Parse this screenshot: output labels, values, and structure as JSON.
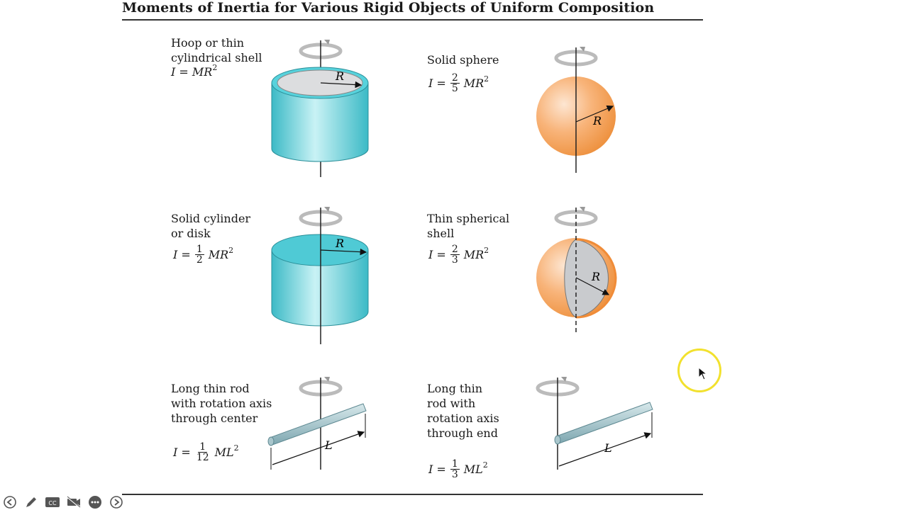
{
  "slide": {
    "title": "Moments of Inertia for Various Rigid Objects of Uniform Composition"
  },
  "objects": [
    {
      "label_lines": [
        "Hoop or thin",
        "cylindrical shell"
      ],
      "formula": {
        "prefix": "I = MR",
        "power": "2"
      },
      "dimension_label": "R"
    },
    {
      "label_lines": [
        "Solid sphere"
      ],
      "formula": {
        "eq": "I =",
        "num": "2",
        "den": "5",
        "tail": "MR",
        "power": "2"
      },
      "dimension_label": "R"
    },
    {
      "label_lines": [
        "Solid cylinder",
        "or disk"
      ],
      "formula": {
        "eq": "I =",
        "num": "1",
        "den": "2",
        "tail": "MR",
        "power": "2"
      },
      "dimension_label": "R"
    },
    {
      "label_lines": [
        "Thin spherical",
        "shell"
      ],
      "formula": {
        "eq": "I =",
        "num": "2",
        "den": "3",
        "tail": "MR",
        "power": "2"
      },
      "dimension_label": "R"
    },
    {
      "label_lines": [
        "Long thin rod",
        "with rotation axis",
        "through center"
      ],
      "formula": {
        "eq": "I =",
        "num": "1",
        "den": "12",
        "tail": "ML",
        "power": "2"
      },
      "dimension_label": "L"
    },
    {
      "label_lines": [
        "Long thin",
        "rod with",
        "rotation axis",
        "through end"
      ],
      "formula": {
        "eq": "I =",
        "num": "1",
        "den": "3",
        "tail": "ML",
        "power": "2"
      },
      "dimension_label": "L"
    }
  ],
  "colors": {
    "cyan": "#57d2dc",
    "cyan_dark": "#2fb0bc",
    "orange": "#f6a05a",
    "orange_light": "#fde0c4",
    "gray_inner": "#d9dadc",
    "rod": "#a9c6cc",
    "cursor_ring": "#f2e12e"
  },
  "toolbar": {
    "icons": [
      "back-arrow-icon",
      "pen-icon",
      "closed-caption-icon",
      "camera-off-icon",
      "more-icon",
      "forward-arrow-icon"
    ],
    "cc_text": "CC"
  }
}
